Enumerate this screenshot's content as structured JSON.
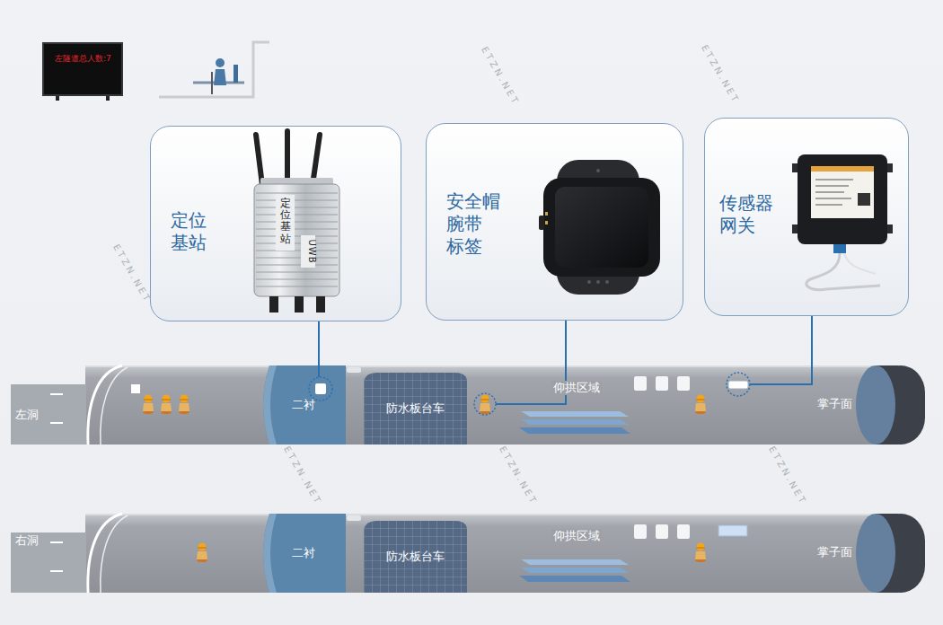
{
  "diagram": {
    "nodes": [
      {
        "text": [
          "左隧道总人数:7"
        ]
      },
      {
        "text": [
          "定位 基站"
        ]
      },
      {
        "text": [
          "安全帽 腕带 标签"
        ]
      },
      {
        "text": [
          "传感器 网关"
        ]
      },
      {
        "text": [
          "左洞"
        ]
      },
      {
        "text": [
          "二衬"
        ],
        "in": 4
      },
      {
        "text": [
          "防水板台车"
        ],
        "in": 4
      },
      {
        "text": [
          "右洞"
        ]
      },
      {
        "text": [
          "二衬"
        ],
        "in": 7
      },
      {
        "text": [
          "防水板台车"
        ],
        "in": 7
      }
    ],
    "edges": [
      {
        "from": 1,
        "to": 5,
        "arrow": "none"
      },
      {
        "from": 2,
        "to": 4,
        "arrow": "none"
      },
      {
        "from": 3,
        "to": 4,
        "arrow": "none"
      }
    ],
    "labels": [
      "定位基站",
      "UWB",
      "仰拱区域",
      "掌子面",
      "仰拱区域",
      "掌子面",
      "ETZN.NET",
      "ETZN.NET",
      "ETZN.NET",
      "ETZN.NET",
      "ETZN.NET",
      "ETZN.NET"
    ]
  }
}
